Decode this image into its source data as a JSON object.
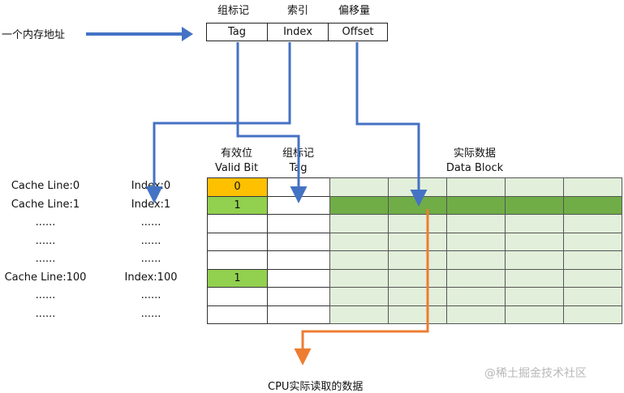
{
  "memory_label": "一个内存地址",
  "address_fields": [
    {
      "header": "组标记",
      "label": "Tag"
    },
    {
      "header": "索引",
      "label": "Index"
    },
    {
      "header": "偏移量",
      "label": "Offset"
    }
  ],
  "columns": {
    "valid_bit": {
      "line1": "有效位",
      "line2": "Valid Bit"
    },
    "tag": {
      "line1": "组标记",
      "line2": "Tag"
    },
    "data_block": {
      "line1": "实际数据",
      "line2": "Data Block"
    }
  },
  "rows": [
    {
      "cache_line": "Cache Line:0",
      "index": "Index:0",
      "valid": "0"
    },
    {
      "cache_line": "Cache Line:1",
      "index": "Index:1",
      "valid": "1"
    },
    {
      "cache_line": "......",
      "index": "......",
      "valid": ""
    },
    {
      "cache_line": "......",
      "index": "......",
      "valid": ""
    },
    {
      "cache_line": "......",
      "index": "......",
      "valid": ""
    },
    {
      "cache_line": "Cache Line:100",
      "index": "Index:100",
      "valid": "1"
    },
    {
      "cache_line": "......",
      "index": "......",
      "valid": ""
    },
    {
      "cache_line": "......",
      "index": "......",
      "valid": ""
    }
  ],
  "cpu_label": "CPU实际读取的数据",
  "watermark": "@稀土掘金技术社区",
  "colors": {
    "arrow_blue": "#4472c4",
    "arrow_orange": "#ed7d31",
    "valid_zero": "#ffc000",
    "valid_one": "#92d050",
    "data_block_bg": "#e2efda",
    "highlight_row": "#70ad47"
  }
}
